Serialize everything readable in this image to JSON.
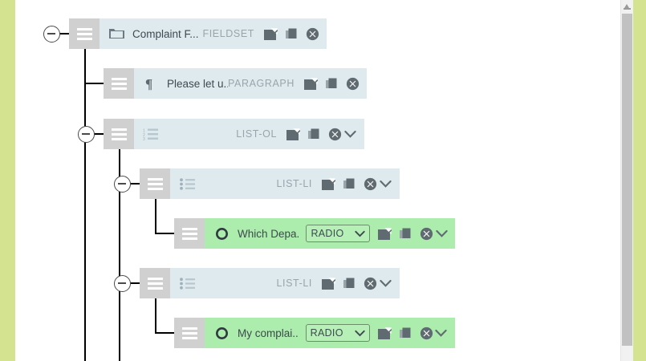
{
  "window": {
    "background_color": "#ffffff",
    "edge_strip_color": "#d4e390",
    "row_blue_color": "#dfeaef",
    "row_green_color": "#acecac",
    "grip_color": "#d0d0d0"
  },
  "scrollbar": {
    "name": "vertical-scrollbar",
    "up_arrow": "scroll-up-arrow",
    "thumb": "scroll-thumb",
    "track_color": "#f1f1f1",
    "thumb_color": "#c1c1c1"
  },
  "tree": {
    "nodes": [
      {
        "id": "fieldset",
        "label": "Complaint F...",
        "type_tag": "FIELDSET",
        "lead_icon": "folder-icon",
        "row_style": "blue",
        "depth": 0,
        "has_toggle": true,
        "toggle_state": "expanded",
        "has_chevron": false,
        "has_select": false,
        "actions": [
          "edit-icon",
          "duplicate-icon",
          "delete-icon"
        ]
      },
      {
        "id": "paragraph",
        "label": "Please let u...",
        "type_tag": "PARAGRAPH",
        "lead_icon": "pilcrow-icon",
        "row_style": "blue",
        "depth": 1,
        "has_toggle": false,
        "toggle_state": "",
        "has_chevron": false,
        "has_select": false,
        "actions": [
          "edit-icon",
          "duplicate-icon",
          "delete-icon"
        ]
      },
      {
        "id": "list-ol",
        "label": "",
        "type_tag": "LIST-OL",
        "lead_icon": "ordered-list-icon",
        "row_style": "blue",
        "depth": 1,
        "has_toggle": true,
        "toggle_state": "expanded",
        "has_chevron": true,
        "has_select": false,
        "actions": [
          "edit-icon",
          "duplicate-icon",
          "delete-icon"
        ]
      },
      {
        "id": "list-li-1",
        "label": "",
        "type_tag": "LIST-LI",
        "lead_icon": "unordered-list-icon",
        "row_style": "blue",
        "depth": 2,
        "has_toggle": true,
        "toggle_state": "expanded",
        "has_chevron": true,
        "has_select": false,
        "actions": [
          "edit-icon",
          "duplicate-icon",
          "delete-icon"
        ]
      },
      {
        "id": "radio-1",
        "label": "Which Depa...",
        "type_tag": "",
        "lead_icon": "radio-circle-icon",
        "row_style": "green",
        "depth": 3,
        "has_toggle": false,
        "toggle_state": "",
        "has_chevron": true,
        "has_select": true,
        "select_value": "RADIO",
        "actions": [
          "edit-icon",
          "duplicate-icon",
          "delete-icon"
        ]
      },
      {
        "id": "list-li-2",
        "label": "",
        "type_tag": "LIST-LI",
        "lead_icon": "unordered-list-icon",
        "row_style": "blue",
        "depth": 2,
        "has_toggle": true,
        "toggle_state": "expanded",
        "has_chevron": true,
        "has_select": false,
        "actions": [
          "edit-icon",
          "duplicate-icon",
          "delete-icon"
        ]
      },
      {
        "id": "radio-2",
        "label": "My complai...",
        "type_tag": "",
        "lead_icon": "radio-circle-icon",
        "row_style": "green",
        "depth": 3,
        "has_toggle": false,
        "toggle_state": "",
        "has_chevron": true,
        "has_select": true,
        "select_value": "RADIO",
        "actions": [
          "edit-icon",
          "duplicate-icon",
          "delete-icon"
        ]
      }
    ]
  }
}
